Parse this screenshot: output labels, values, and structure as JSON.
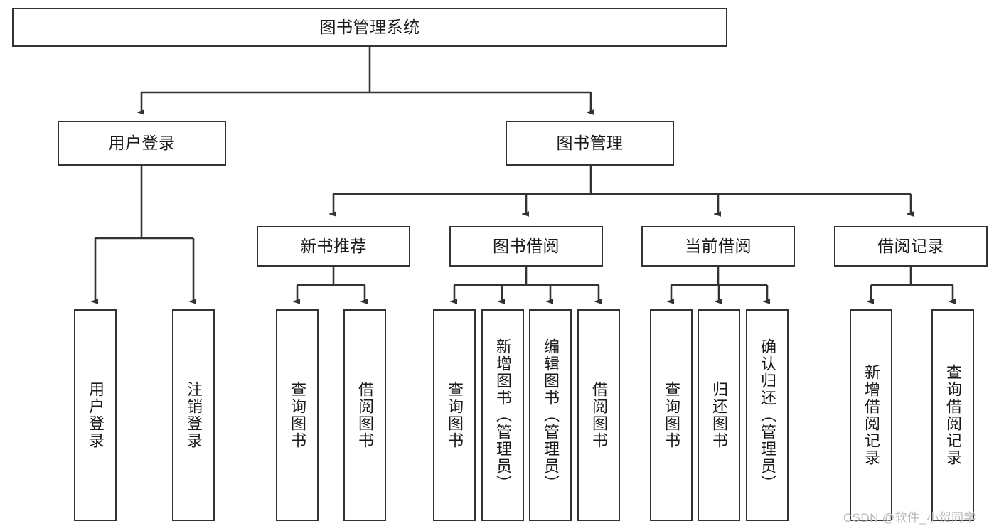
{
  "diagram": {
    "type": "tree",
    "title": "图书管理系统",
    "root": {
      "label": "图书管理系统"
    },
    "level2": [
      {
        "label": "用户登录"
      },
      {
        "label": "图书管理"
      }
    ],
    "level3": [
      {
        "label": "新书推荐"
      },
      {
        "label": "图书借阅"
      },
      {
        "label": "当前借阅"
      },
      {
        "label": "借阅记录"
      }
    ],
    "leaves": {
      "user_login": [
        {
          "label": "用户登录"
        },
        {
          "label": "注销登录"
        }
      ],
      "new_book_recommend": [
        {
          "label": "查询图书"
        },
        {
          "label": "借阅图书"
        }
      ],
      "book_borrow": [
        {
          "label": "查询图书"
        },
        {
          "label": "新增图书（管理员）"
        },
        {
          "label": "编辑图书（管理员）"
        },
        {
          "label": "借阅图书"
        }
      ],
      "current_borrow": [
        {
          "label": "查询图书"
        },
        {
          "label": "归还图书"
        },
        {
          "label": "确认归还（管理员）"
        }
      ],
      "borrow_record": [
        {
          "label": "新增借阅记录"
        },
        {
          "label": "查询借阅记录"
        }
      ]
    }
  },
  "watermark": {
    "text": "CSDN @软件_小贺同学"
  },
  "colors": {
    "border": "#333333",
    "text": "#1a1a1a",
    "background": "#ffffff",
    "watermark": "#b9b9b9"
  }
}
